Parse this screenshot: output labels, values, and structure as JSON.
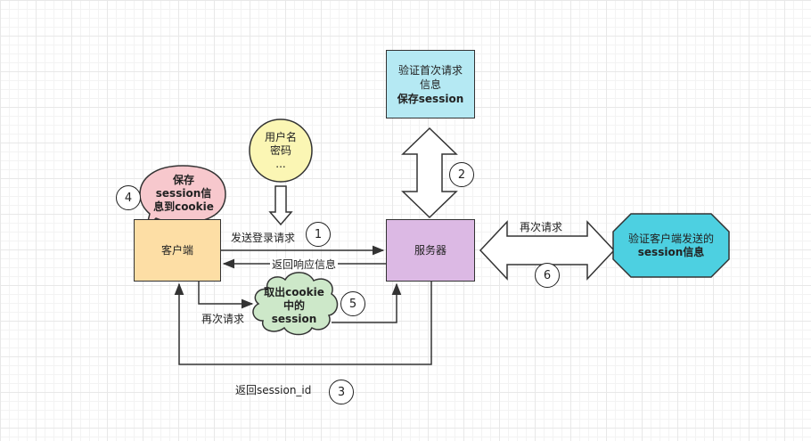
{
  "nodes": {
    "client": "客户端",
    "server": "服务器",
    "verify_first": [
      "验证首次请求",
      "信息",
      "保存session"
    ],
    "verify_session": [
      "验证客户端发送的",
      "session信息"
    ],
    "credentials": [
      "用户名",
      "密码",
      "..."
    ],
    "save_cookie": [
      "保存",
      "session信",
      "息到cookie"
    ],
    "fetch_cookie": [
      "取出cookie",
      "中的",
      "session"
    ]
  },
  "edges": {
    "send_login": "发送登录请求",
    "return_response": "返回响应信息",
    "request_again_client": "再次请求",
    "request_again_server": "再次请求",
    "return_session_id": "返回session_id"
  },
  "steps": [
    "1",
    "2",
    "3",
    "4",
    "5",
    "6"
  ],
  "colors": {
    "client": "#fddea5",
    "server": "#dcb9e4",
    "verify_first": "#b5e9f3",
    "verify_session": "#4dd0e1",
    "credentials": "#fbf6b4",
    "save_cookie": "#f7c8cd",
    "fetch_cookie": "#cde8c9"
  }
}
